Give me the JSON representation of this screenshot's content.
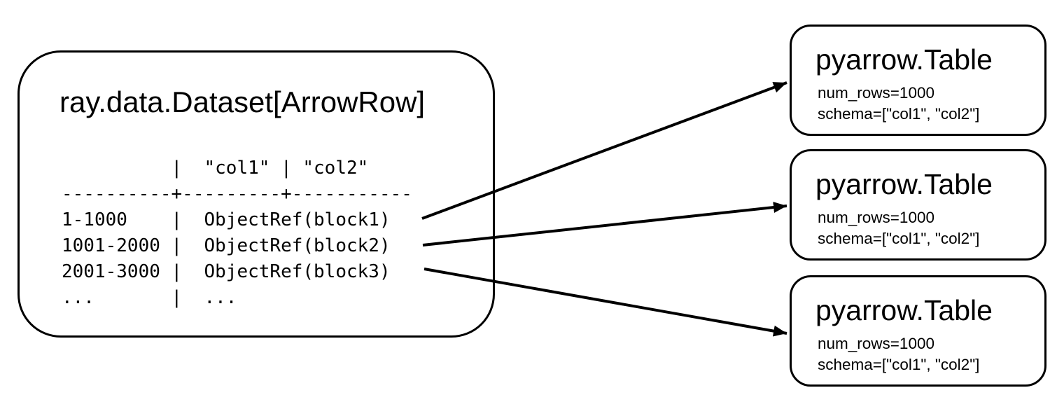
{
  "dataset": {
    "title": "ray.data.Dataset[ArrowRow]",
    "table_text": "          |  \"col1\" | \"col2\"\n----------+---------+-----------\n1-1000    |  ObjectRef(block1)\n1001-2000 |  ObjectRef(block2)\n2001-3000 |  ObjectRef(block3)\n...       |  ...",
    "columns": [
      "col1",
      "col2"
    ],
    "rows": [
      {
        "range": "1-1000",
        "value": "ObjectRef(block1)"
      },
      {
        "range": "1001-2000",
        "value": "ObjectRef(block2)"
      },
      {
        "range": "2001-3000",
        "value": "ObjectRef(block3)"
      },
      {
        "range": "...",
        "value": "..."
      }
    ]
  },
  "tables": [
    {
      "title": "pyarrow.Table",
      "num_rows": "num_rows=1000",
      "schema": "schema=[\"col1\", \"col2\"]"
    },
    {
      "title": "pyarrow.Table",
      "num_rows": "num_rows=1000",
      "schema": "schema=[\"col1\", \"col2\"]"
    },
    {
      "title": "pyarrow.Table",
      "num_rows": "num_rows=1000",
      "schema": "schema=[\"col1\", \"col2\"]"
    }
  ],
  "arrows": [
    {
      "source_row": "1-1000",
      "block": "block1",
      "target": "pyarrow-table-1"
    },
    {
      "source_row": "1001-2000",
      "block": "block2",
      "target": "pyarrow-table-2"
    },
    {
      "source_row": "2001-3000",
      "block": "block3",
      "target": "pyarrow-table-3"
    }
  ],
  "colors": {
    "background": "#ffffff",
    "stroke": "#000000",
    "text": "#000000"
  }
}
